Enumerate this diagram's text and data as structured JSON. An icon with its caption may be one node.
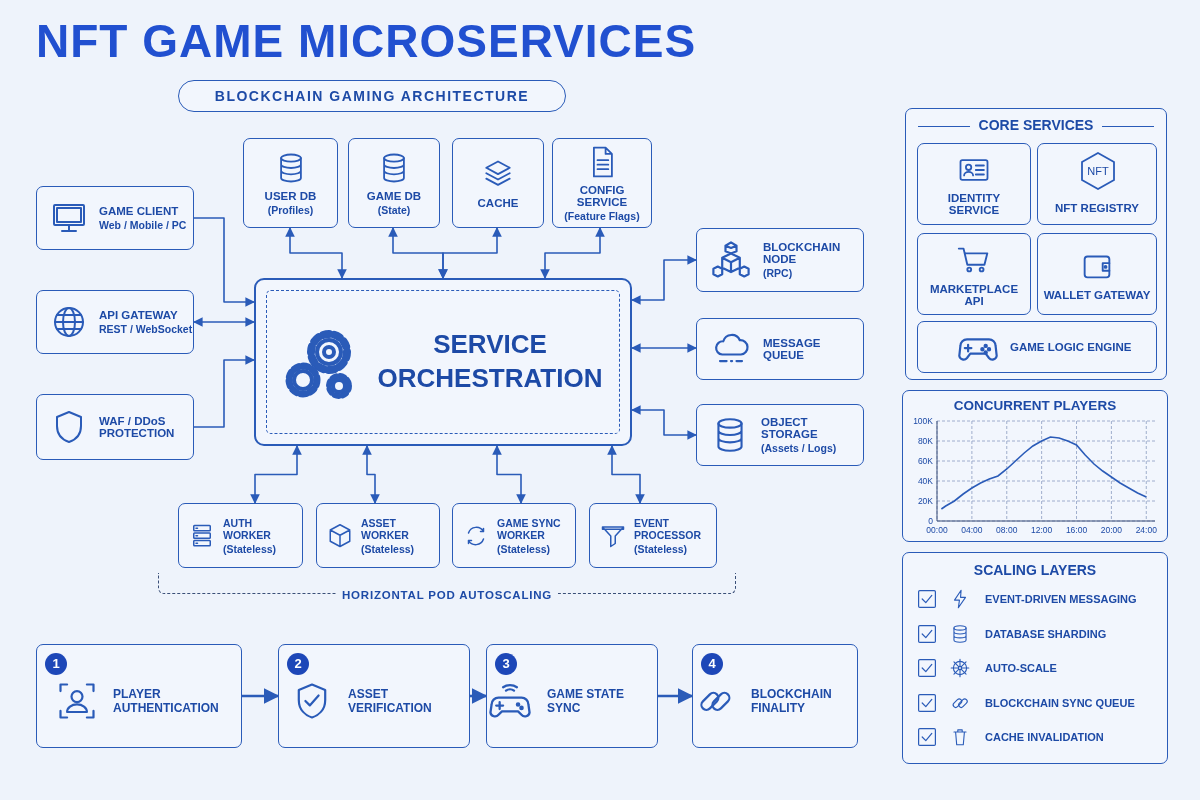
{
  "diagram": {
    "title": "NFT GAME MICROSERVICES",
    "nodes": [
      {
        "text": [
          "BLOCKCHAIN GAMING ARCHITECTURE"
        ]
      },
      {
        "text": [
          "USER DB",
          "(Profiles)"
        ]
      },
      {
        "text": [
          "GAME DB",
          "(State)"
        ]
      },
      {
        "text": [
          "CACHE"
        ]
      },
      {
        "text": [
          "CONFIG SERVICE",
          "(Feature Flags)"
        ]
      },
      {
        "text": [
          "GAME CLIENT",
          "Web / Mobile / PC"
        ]
      },
      {
        "text": [
          "BLOCKCHAIN NODE",
          "(RPC)"
        ]
      },
      {
        "text": [
          "API GATEWAY",
          "REST / WebSocket"
        ]
      },
      {
        "text": [
          "SERVICE ORCHESTRATION"
        ]
      },
      {
        "text": [
          "MESSAGE QUEUE"
        ]
      },
      {
        "text": [
          "WAF / DDoS PROTECTION"
        ]
      },
      {
        "text": [
          "OBJECT STORAGE",
          "(Assets / Logs)"
        ]
      },
      {
        "text": [
          "HORIZONTAL POD AUTOSCALING"
        ]
      },
      {
        "text": [
          "AUTH WORKER",
          "(Stateless)"
        ]
      },
      {
        "text": [
          "ASSET WORKER",
          "(Stateless)"
        ]
      },
      {
        "text": [
          "GAME SYNC WORKER",
          "(Stateless)"
        ]
      },
      {
        "text": [
          "EVENT PROCESSOR",
          "(Stateless)"
        ]
      },
      {
        "text": [
          "CORE SERVICES"
        ]
      },
      {
        "text": [
          "IDENTITY SERVICE"
        ],
        "in": 17
      },
      {
        "text": [
          "NFT REGISTRY"
        ],
        "in": 17
      },
      {
        "text": [
          "NFT"
        ],
        "in": 19
      },
      {
        "text": [
          "MARKETPLACE API"
        ],
        "in": 17
      },
      {
        "text": [
          "WALLET GATEWAY"
        ],
        "in": 17
      },
      {
        "text": [
          "GAME LOGIC ENGINE"
        ],
        "in": 17
      },
      {
        "text": [
          "SCALING LAYERS",
          "EVENT-DRIVEN MESSAGING",
          "DATABASE SHARDING",
          "AUTO-SCALE",
          "BLOCKCHAIN SYNC QUEUE",
          "CACHE INVALIDATION"
        ]
      },
      {
        "text": [
          "1",
          "PLAYER AUTHENTICATION"
        ]
      },
      {
        "text": [
          "2",
          "ASSET VERIFICATION"
        ]
      },
      {
        "text": [
          "3",
          "GAME STATE SYNC"
        ]
      },
      {
        "text": [
          "4",
          "BLOCKCHAIN FINALITY"
        ]
      }
    ],
    "edges": [
      {
        "from": 5,
        "to": 8,
        "arrow": "to"
      },
      {
        "from": 7,
        "to": 8,
        "arrow": "both"
      },
      {
        "from": 10,
        "to": 8,
        "arrow": "to"
      },
      {
        "from": 1,
        "to": 8,
        "arrow": "both"
      },
      {
        "from": 2,
        "to": 8,
        "arrow": "both"
      },
      {
        "from": 3,
        "to": 8,
        "arrow": "both"
      },
      {
        "from": 4,
        "to": 8,
        "arrow": "both"
      },
      {
        "from": 8,
        "to": 6,
        "arrow": "both"
      },
      {
        "from": 8,
        "to": 9,
        "arrow": "both"
      },
      {
        "from": 8,
        "to": 11,
        "arrow": "both"
      },
      {
        "from": 8,
        "to": 13,
        "arrow": "both"
      },
      {
        "from": 8,
        "to": 14,
        "arrow": "both"
      },
      {
        "from": 8,
        "to": 15,
        "arrow": "both"
      },
      {
        "from": 8,
        "to": 16,
        "arrow": "both"
      },
      {
        "from": 25,
        "to": 26,
        "arrow": "to"
      },
      {
        "from": 26,
        "to": 27,
        "arrow": "to"
      },
      {
        "from": 27,
        "to": 28,
        "arrow": "to"
      }
    ],
    "chart_data": {
      "type": "line",
      "title": "CONCURRENT PLAYERS",
      "x": [
        0.5,
        1,
        2,
        3,
        4,
        5,
        6,
        7,
        8,
        9,
        10,
        11,
        12,
        13,
        14,
        15,
        16,
        17,
        18,
        19,
        20,
        21,
        22,
        23,
        24
      ],
      "series": [
        {
          "color": "#2a5bb8",
          "values": [
            12000,
            15000,
            20000,
            27000,
            33000,
            38000,
            42000,
            45000,
            52000,
            60000,
            68000,
            75000,
            80000,
            84000,
            83000,
            80000,
            76000,
            66000,
            57000,
            50000,
            44000,
            38000,
            33000,
            28000,
            24000
          ]
        }
      ],
      "grid": true,
      "xlim": [
        0,
        25
      ],
      "ylim": [
        0,
        100000
      ],
      "xticks": [
        {
          "value": 0,
          "label": "00:00"
        },
        {
          "value": 4,
          "label": "04:00"
        },
        {
          "value": 8,
          "label": "08:00"
        },
        {
          "value": 12,
          "label": "12:00"
        },
        {
          "value": 16,
          "label": "16:00"
        },
        {
          "value": 20,
          "label": "20:00"
        },
        {
          "value": 24,
          "label": "24:00"
        }
      ],
      "yticks": [
        {
          "value": 0,
          "label": "0"
        },
        {
          "value": 20000,
          "label": "20K"
        },
        {
          "value": 40000,
          "label": "40K"
        },
        {
          "value": 60000,
          "label": "60K"
        },
        {
          "value": 80000,
          "label": "80K"
        },
        {
          "value": 100000,
          "label": "100K"
        }
      ]
    }
  }
}
